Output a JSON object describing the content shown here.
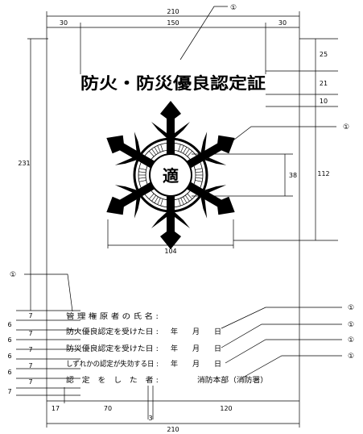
{
  "title": "防火・防災優良認定証",
  "emblem": {
    "center_char": "適"
  },
  "callout_marker": "①",
  "dimensions": {
    "paper_width_top": "210",
    "paper_width_bottom": "210",
    "margin_left": "30",
    "text_width": "150",
    "margin_right": "30",
    "paper_height": "231",
    "title_top": "25",
    "title_height": "21",
    "title_gap": "10",
    "emblem_height": "112",
    "seal_diameter": "38",
    "emblem_width": "104",
    "row_height": "7",
    "row_gap": "6",
    "bottom_left": "17",
    "label_width": "70",
    "gap_width": "3",
    "value_width": "120"
  },
  "fields": [
    {
      "label": "管 理 権 原 者 の 氏 名 :",
      "value": ""
    },
    {
      "label": "防火優良認定を受けた日 :",
      "value": "年　　月　　日"
    },
    {
      "label": "防災優良認定を受けた日 :",
      "value": "年　　月　　日"
    },
    {
      "label": "しずれかの認定が失効する日 :",
      "value": "年　　月　　日"
    },
    {
      "label": "認　定　を　し　た　者 :",
      "value": "消防本部（消防署）"
    }
  ]
}
